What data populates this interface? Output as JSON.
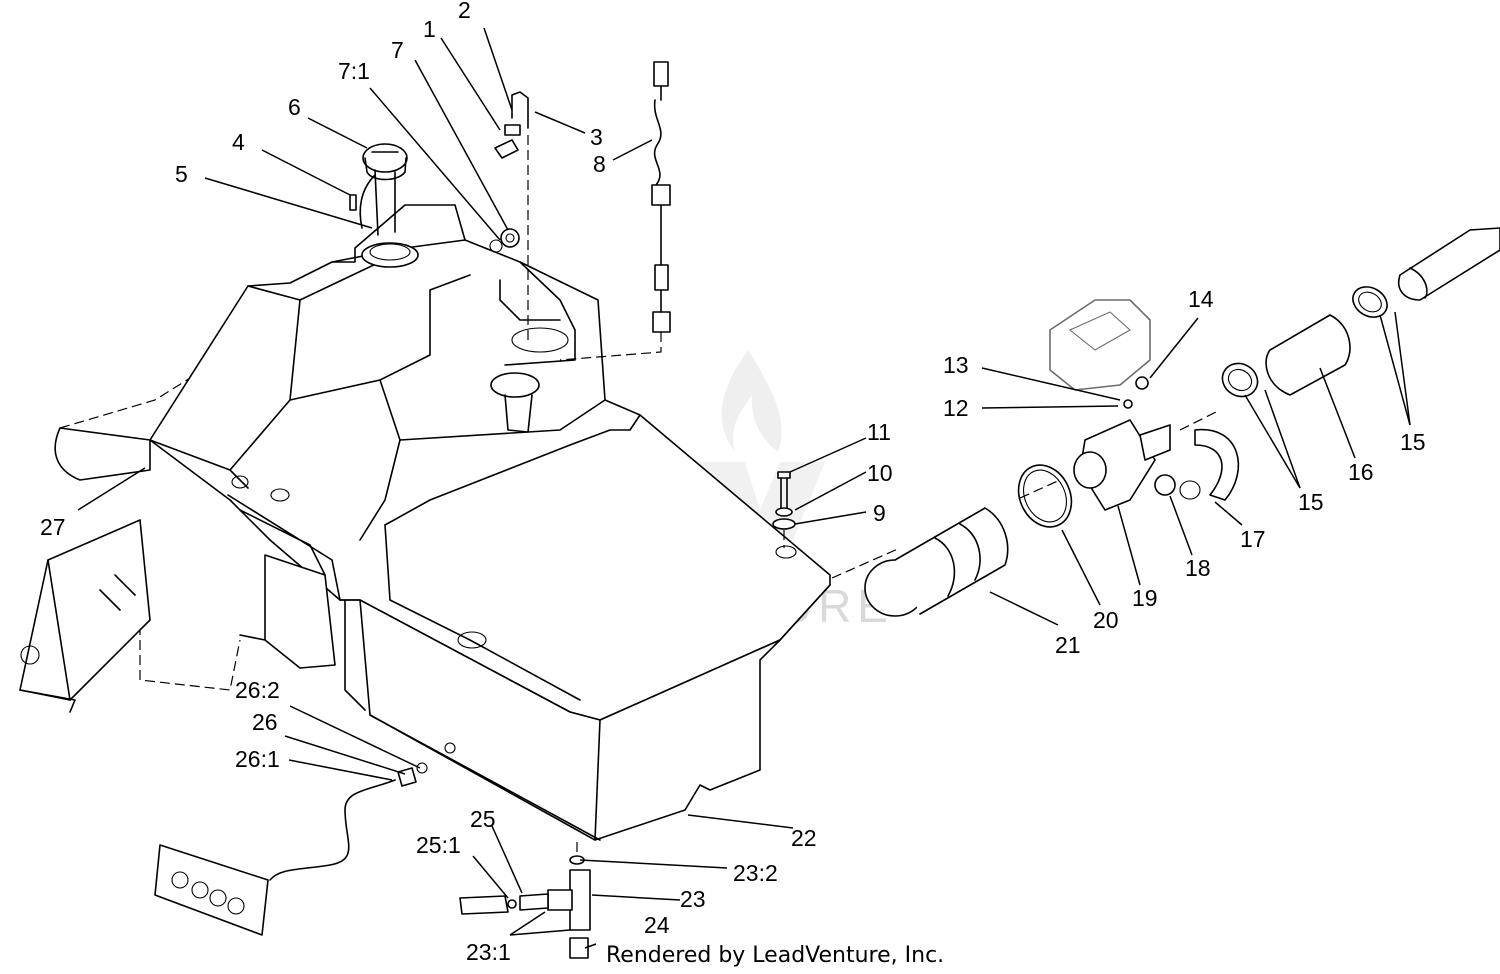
{
  "watermark": {
    "brand": "LEADVENTURE",
    "color": "#d9d9d9"
  },
  "credit": "Rendered by LeadVenture, Inc.",
  "callouts": [
    {
      "id": "1",
      "label": "1"
    },
    {
      "id": "2",
      "label": "2"
    },
    {
      "id": "3",
      "label": "3"
    },
    {
      "id": "4",
      "label": "4"
    },
    {
      "id": "5",
      "label": "5"
    },
    {
      "id": "6",
      "label": "6"
    },
    {
      "id": "7-1",
      "label": "7:1"
    },
    {
      "id": "7",
      "label": "7"
    },
    {
      "id": "8",
      "label": "8"
    },
    {
      "id": "9",
      "label": "9"
    },
    {
      "id": "10",
      "label": "10"
    },
    {
      "id": "11",
      "label": "11"
    },
    {
      "id": "12",
      "label": "12"
    },
    {
      "id": "13",
      "label": "13"
    },
    {
      "id": "14",
      "label": "14"
    },
    {
      "id": "15a",
      "label": "15"
    },
    {
      "id": "15b",
      "label": "15"
    },
    {
      "id": "16",
      "label": "16"
    },
    {
      "id": "17",
      "label": "17"
    },
    {
      "id": "18",
      "label": "18"
    },
    {
      "id": "19",
      "label": "19"
    },
    {
      "id": "20",
      "label": "20"
    },
    {
      "id": "21",
      "label": "21"
    },
    {
      "id": "22",
      "label": "22"
    },
    {
      "id": "23-2",
      "label": "23:2"
    },
    {
      "id": "23",
      "label": "23"
    },
    {
      "id": "23-1",
      "label": "23:1"
    },
    {
      "id": "24",
      "label": "24"
    },
    {
      "id": "25",
      "label": "25"
    },
    {
      "id": "25-1",
      "label": "25:1"
    },
    {
      "id": "26-2",
      "label": "26:2"
    },
    {
      "id": "26",
      "label": "26"
    },
    {
      "id": "26-1",
      "label": "26:1"
    },
    {
      "id": "27",
      "label": "27"
    }
  ]
}
